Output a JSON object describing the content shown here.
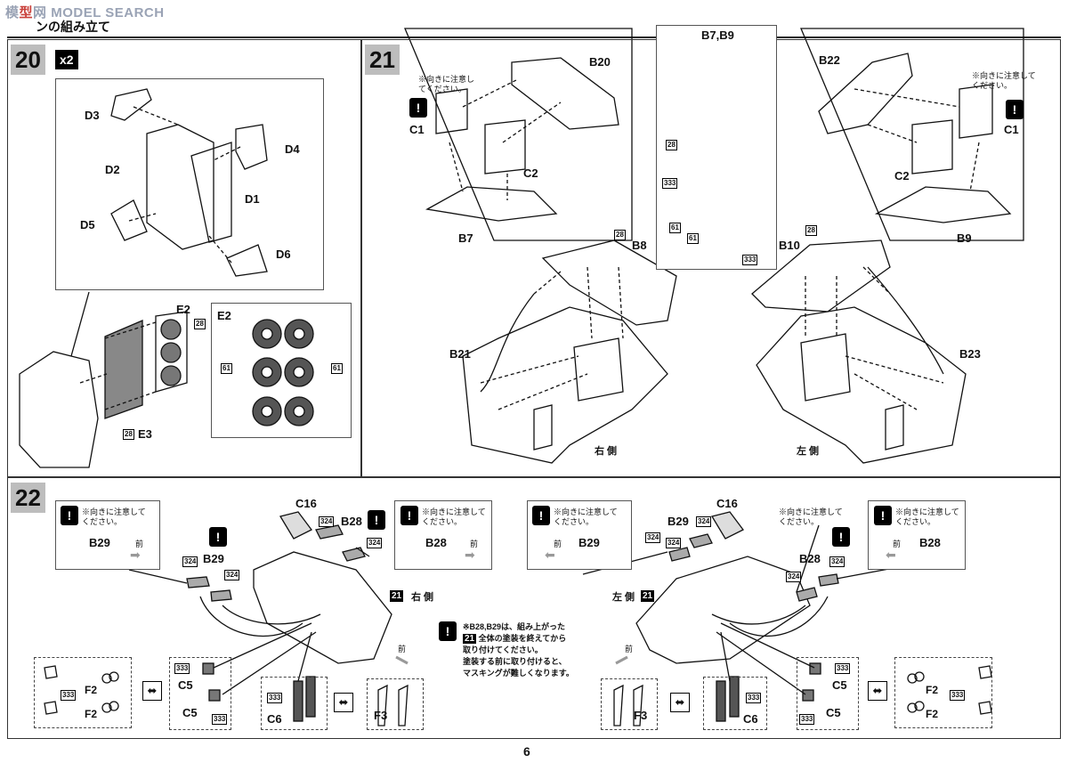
{
  "watermark": {
    "prefix": "模",
    "highlight": "型",
    "rest": "网 MODEL SEARCH"
  },
  "header_title": "ンの組み立て",
  "page_number": "6",
  "step20": {
    "num": "20",
    "multiplier": "x2",
    "parts": [
      "D3",
      "D4",
      "D2",
      "D1",
      "D5",
      "D6",
      "E2",
      "E3"
    ],
    "code28": "28",
    "code61": "61",
    "inset_title": "E2"
  },
  "step21": {
    "num": "21",
    "note": "※向きに注意してください。",
    "left_parts": [
      "B20",
      "C1",
      "C2",
      "B7",
      "B8",
      "B21"
    ],
    "right_parts": [
      "B22",
      "C1",
      "C2",
      "B9",
      "B10",
      "B23"
    ],
    "center_title": "B7,B9",
    "codes": {
      "c28": "28",
      "c333": "333",
      "c61": "61"
    },
    "right_side": "右 側",
    "left_side": "左 側"
  },
  "step22": {
    "num": "22",
    "note": "※向きに注意してください。",
    "parts": [
      "C16",
      "B28",
      "B29",
      "C5",
      "C6",
      "F2",
      "F3"
    ],
    "front": "前",
    "code324": "324",
    "code333": "333",
    "ref_num": "21",
    "right_side": "右 側",
    "left_side": "左 側",
    "center_note": [
      "※B28,B29は、組み上がった",
      "全体の塗装を終えてから",
      "取り付けてください。",
      "塗装する前に取り付けると、",
      "マスキングが難しくなります。"
    ]
  }
}
